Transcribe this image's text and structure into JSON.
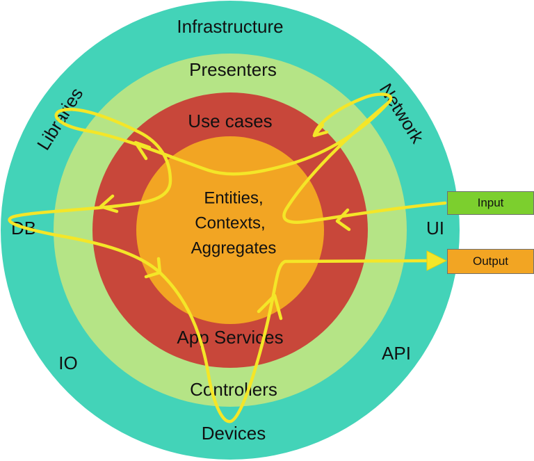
{
  "colors": {
    "infrastructure": "#43d3b8",
    "presenters": "#b5e486",
    "use_cases": "#c8473a",
    "entities": "#f2a523",
    "flow": "#f4e628",
    "input_box": "#7ccf2e",
    "output_box": "#f2a523"
  },
  "rings": {
    "infrastructure": "Infrastructure",
    "presenters": "Presenters",
    "use_cases": "Use cases",
    "entities_line1": "Entities,",
    "entities_line2": "Contexts,",
    "entities_line3": "Aggregates",
    "app_services": "App Services",
    "controllers": "Controllers",
    "devices": "Devices"
  },
  "outer_labels": {
    "libraries": "Libraries",
    "network": "Network",
    "db": "DB",
    "ui": "UI",
    "io": "IO",
    "api": "API"
  },
  "boxes": {
    "input": "Input",
    "output": "Output"
  },
  "icons": {
    "flow_arrow": "arrowhead-icon"
  }
}
